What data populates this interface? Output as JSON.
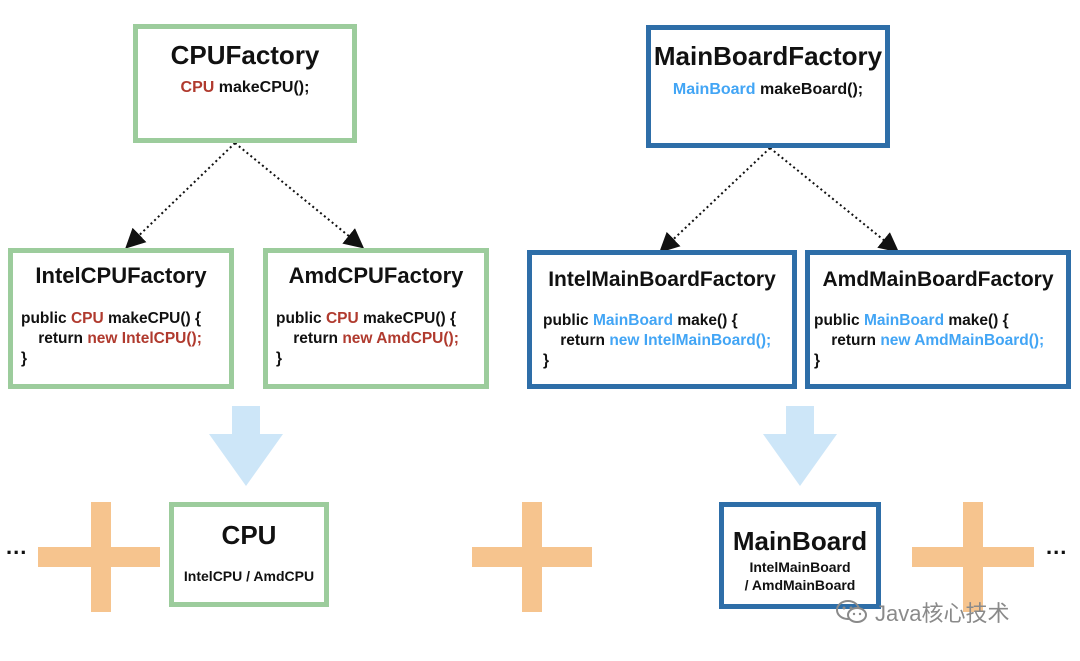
{
  "cpu_factory": {
    "title": "CPUFactory",
    "sig_type": "CPU",
    "sig_rest": " makeCPU();"
  },
  "intel_cpu_factory": {
    "title": "IntelCPUFactory",
    "l1a": "public ",
    "l1b": "CPU",
    "l1c": " makeCPU() {",
    "l2a": "    return ",
    "l2b": "new IntelCPU();",
    "l3": "}"
  },
  "amd_cpu_factory": {
    "title": "AmdCPUFactory",
    "l1a": "public ",
    "l1b": "CPU",
    "l1c": " makeCPU() {",
    "l2a": "    return ",
    "l2b": "new AmdCPU();",
    "l3": "}"
  },
  "cpu_product": {
    "title": "CPU",
    "sub": "IntelCPU / AmdCPU"
  },
  "mb_factory": {
    "title": "MainBoardFactory",
    "sig_type": "MainBoard",
    "sig_rest": " makeBoard();"
  },
  "intel_mb_factory": {
    "title": "IntelMainBoardFactory",
    "l1a": "public ",
    "l1b": "MainBoard",
    "l1c": " make() {",
    "l2a": "    return ",
    "l2b": "new IntelMainBoard();",
    "l3": "}"
  },
  "amd_mb_factory": {
    "title": "AmdMainBoardFactory",
    "l1a": "public ",
    "l1b": "MainBoard",
    "l1c": " make() {",
    "l2a": "    return ",
    "l2b": "new AmdMainBoard();",
    "l3": "}"
  },
  "mb_product": {
    "title": "MainBoard",
    "sub1": "IntelMainBoard",
    "sub2": "/ AmdMainBoard"
  },
  "ellipsis_left": "...",
  "ellipsis_right": "...",
  "watermark": "Java核心技术",
  "colors": {
    "green": "#9ccc9c",
    "blue": "#2e6ea8",
    "red": "#b03a2e",
    "light_blue": "#42a5f5",
    "orange": "#f6c48e",
    "arrow": "#cde6f8"
  }
}
